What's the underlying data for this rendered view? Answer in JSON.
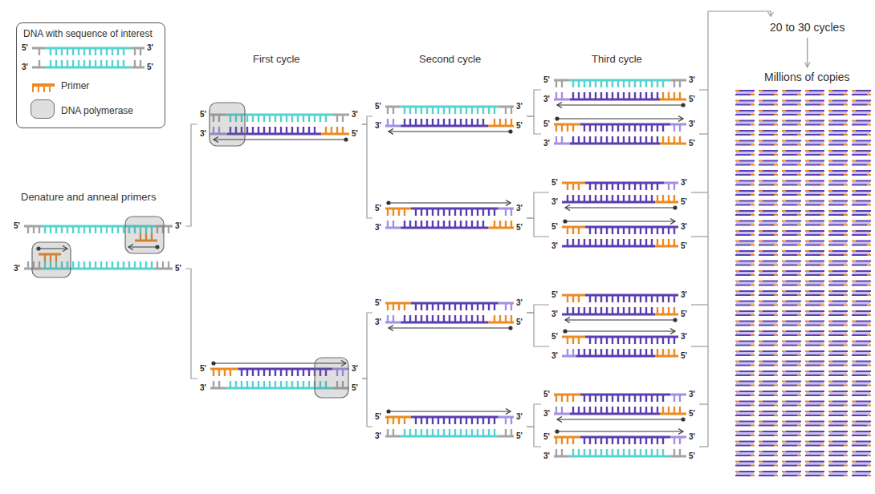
{
  "diagram": {
    "nodes": [
      {
        "text": [
          "DNA with sequence of interest"
        ]
      },
      {
        "text": [
          "20 to 30 cycles"
        ]
      },
      {
        "text": [
          "Millions of copies"
        ]
      }
    ],
    "edges": [
      {
        "from": 1,
        "to": 2,
        "arrow": "to"
      }
    ],
    "labels": [
      "5'",
      "3'",
      "3'",
      "5'",
      "Denature and anneal primers",
      "5'",
      "3'",
      "3'",
      "5'",
      "First cycle",
      "5'",
      "3'",
      "3'",
      "5'",
      "5'",
      "3'",
      "3'",
      "5'",
      "Second cycle",
      "5'",
      "3'",
      "3'",
      "5'",
      "5'",
      "3'",
      "3'",
      "5'",
      "5'",
      "3'",
      "3'",
      "5'",
      "5'",
      "3'",
      "3'",
      "5'",
      "Third cycle",
      "5'",
      "3'",
      "3'",
      "5'",
      "5'",
      "3'",
      "3'",
      "5'",
      "5'",
      "3'",
      "3'",
      "5'",
      "5'",
      "3'",
      "3'",
      "5'",
      "5'",
      "3'",
      "3'",
      "5'",
      "5'",
      "3'",
      "3'",
      "5'",
      "5'",
      "3'",
      "3'",
      "5'",
      "5'",
      "3'",
      "3'",
      "5'"
    ],
    "legend": [
      {
        "text": "Primer",
        "color": "#ec8a24"
      },
      {
        "text": "DNA polymerase"
      }
    ]
  }
}
